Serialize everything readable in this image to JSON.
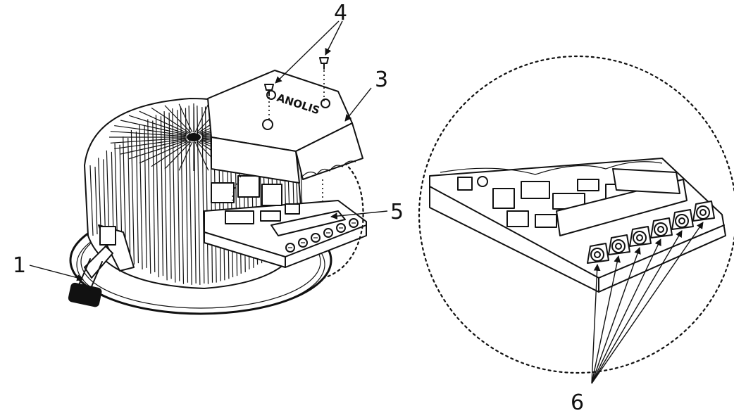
{
  "callouts": {
    "c1": "1",
    "c3": "3",
    "c4": "4",
    "c5": "5",
    "c6": "6"
  },
  "brand_text": "ANOLIS"
}
